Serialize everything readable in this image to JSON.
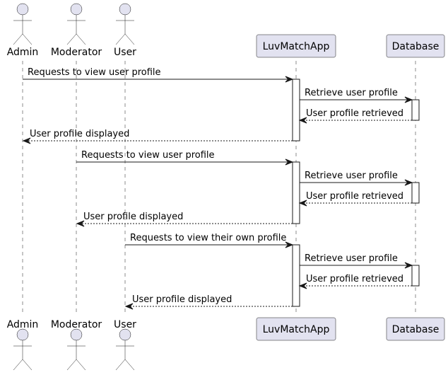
{
  "participants": [
    {
      "id": "admin",
      "label": "Admin",
      "kind": "actor"
    },
    {
      "id": "moderator",
      "label": "Moderator",
      "kind": "actor"
    },
    {
      "id": "user",
      "label": "User",
      "kind": "actor"
    },
    {
      "id": "app",
      "label": "LuvMatchApp",
      "kind": "participant"
    },
    {
      "id": "db",
      "label": "Database",
      "kind": "participant"
    }
  ],
  "messages": [
    {
      "from": "admin",
      "to": "app",
      "label": "Requests to view user profile",
      "style": "solid"
    },
    {
      "from": "app",
      "to": "db",
      "label": "Retrieve user profile",
      "style": "solid"
    },
    {
      "from": "db",
      "to": "app",
      "label": "User profile retrieved",
      "style": "dashed"
    },
    {
      "from": "app",
      "to": "admin",
      "label": "User profile displayed",
      "style": "dashed"
    },
    {
      "from": "moderator",
      "to": "app",
      "label": "Requests to view user profile",
      "style": "solid"
    },
    {
      "from": "app",
      "to": "db",
      "label": "Retrieve user profile",
      "style": "solid"
    },
    {
      "from": "db",
      "to": "app",
      "label": "User profile retrieved",
      "style": "dashed"
    },
    {
      "from": "app",
      "to": "moderator",
      "label": "User profile displayed",
      "style": "dashed"
    },
    {
      "from": "user",
      "to": "app",
      "label": "Requests to view their own profile",
      "style": "solid"
    },
    {
      "from": "app",
      "to": "db",
      "label": "Retrieve user profile",
      "style": "solid"
    },
    {
      "from": "db",
      "to": "app",
      "label": "User profile retrieved",
      "style": "dashed"
    },
    {
      "from": "app",
      "to": "user",
      "label": "User profile displayed",
      "style": "dashed"
    }
  ],
  "colors": {
    "participant_fill": "#E2E2F0",
    "line": "#181818",
    "activation_fill": "#FFFFFF"
  }
}
